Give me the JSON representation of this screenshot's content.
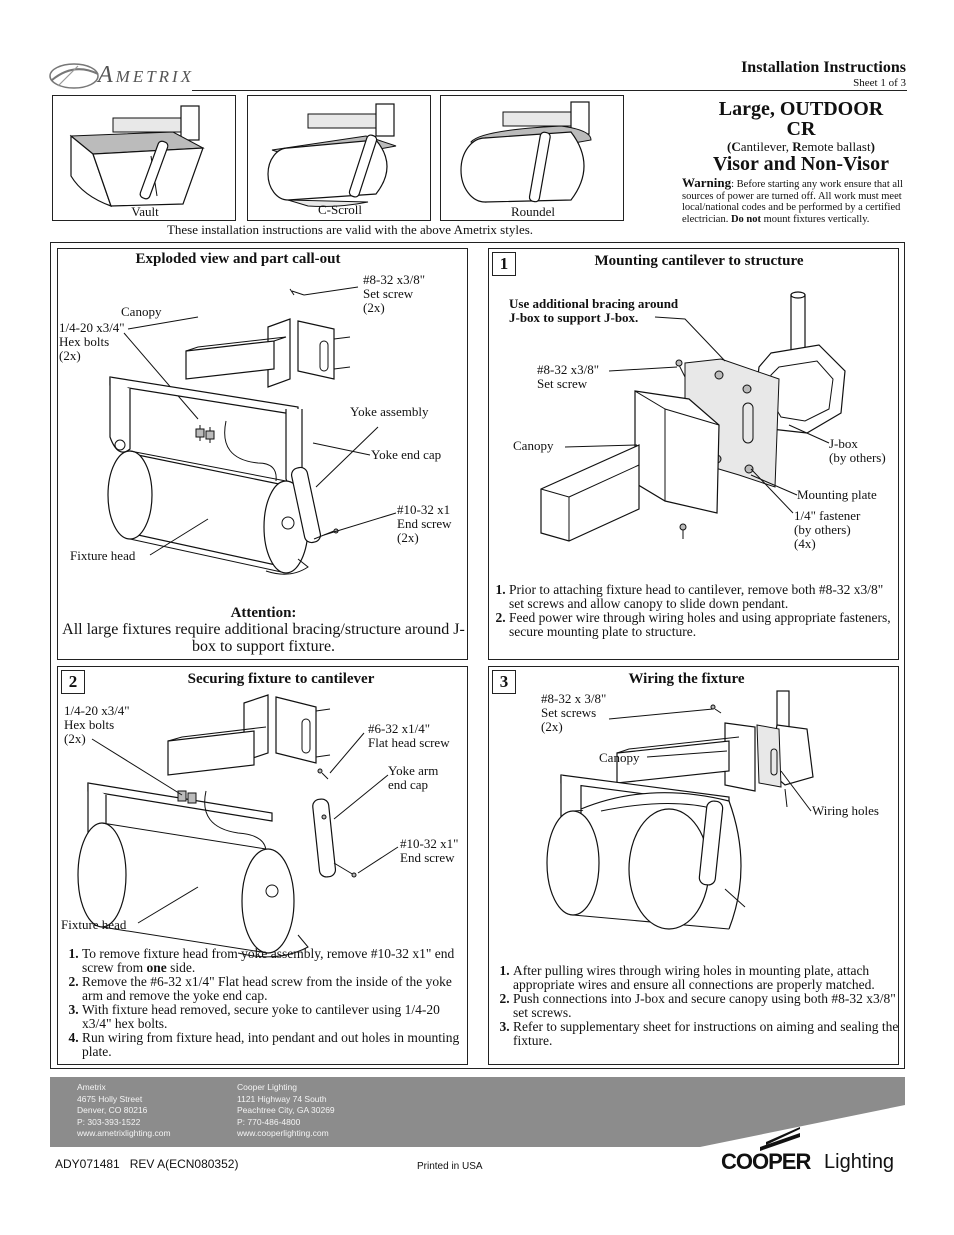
{
  "header": {
    "brand": "Ametrix",
    "doc_type": "Installation Instructions",
    "sheet": "Sheet 1 of 3"
  },
  "styles": {
    "items": [
      {
        "label": "Vault"
      },
      {
        "label": "C-Scroll"
      },
      {
        "label": "Roundel"
      }
    ],
    "note": "These installation instructions are valid with the above Ametrix styles."
  },
  "product": {
    "title_line1": "Large, OUTDOOR",
    "title_line2": "CR",
    "sub_open": "(",
    "sub_c": "C",
    "sub_c_rest": "antilever, ",
    "sub_r": "R",
    "sub_r_rest": "emote ballast",
    "sub_close": ")",
    "title_line3": "Visor and Non-Visor",
    "warning_label": "Warning",
    "warning_text": ":  Before starting any work ensure that all sources of power are turned off.  All work must meet local/national codes and be performed by a certified electrician.  ",
    "warning_bold": "Do not",
    "warning_tail": " mount fixtures vertically."
  },
  "exploded": {
    "title": "Exploded view and part call-out",
    "labels": {
      "set_screw": "#8-32 x3/8\"\nSet screw\n(2x)",
      "canopy": "Canopy",
      "hex_bolts": "1/4-20 x3/4\"\nHex bolts\n(2x)",
      "yoke_assembly": "Yoke assembly",
      "yoke_end_cap": "Yoke end cap",
      "end_screw": "#10-32 x1\nEnd screw\n(2x)",
      "fixture_head": "Fixture head"
    },
    "attention_title": "Attention:",
    "attention_text": "All large fixtures require additional bracing/structure around J-box to support fixture."
  },
  "step1": {
    "number": "1",
    "title": "Mounting cantilever  to structure",
    "labels": {
      "bracing": "Use additional bracing around\nJ-box to support J-box.",
      "set_screw": "#8-32 x3/8\"\nSet screw",
      "canopy": "Canopy",
      "jbox": "J-box\n(by others)",
      "mounting_plate": "Mounting plate",
      "fastener": "1/4\" fastener\n(by others)\n(4x)"
    },
    "instructions": [
      "Prior to attaching fixture head to cantilever, remove both #8-32 x3/8\" set screws and allow canopy to slide down pendant.",
      "Feed power wire through wiring holes and using appropriate fasteners, secure mounting plate to structure."
    ]
  },
  "step2": {
    "number": "2",
    "title": "Securing fixture to cantilever",
    "labels": {
      "hex_bolts": "1/4-20 x3/4\"\nHex bolts\n(2x)",
      "flat_head": "#6-32 x1/4\"\nFlat head screw",
      "yoke_arm": "Yoke arm\nend cap",
      "end_screw": "#10-32 x1\"\nEnd screw",
      "fixture_head": "Fixture head"
    },
    "instr1_a": "To remove fixture head from yoke assembly, remove #10-32 x1\" end screw from ",
    "instr1_bold": "one",
    "instr1_b": " side.",
    "instructions": [
      "Remove the #6-32 x1/4\" Flat head screw from the inside of the yoke arm and remove the yoke end cap.",
      "With fixture head removed, secure yoke to cantilever using 1/4-20 x3/4\" hex bolts.",
      "Run wiring from fixture head, into pendant and out holes in mounting plate."
    ]
  },
  "step3": {
    "number": "3",
    "title": "Wiring the fixture",
    "labels": {
      "set_screws": "#8-32 x 3/8\"\nSet screws\n(2x)",
      "canopy": "Canopy",
      "wiring_holes": "Wiring holes"
    },
    "instructions": [
      "After pulling wires through wiring holes in mounting plate, attach appropriate wires and ensure all connections are properly matched.",
      "Push connections into J-box and secure canopy using both #8-32 x3/8\" set screws.",
      "Refer to supplementary sheet for instructions on aiming and sealing the fixture."
    ]
  },
  "footer": {
    "ametrix_lines": [
      "Ametrix",
      "4675 Holly Street",
      "Denver, CO 80216",
      "P: 303-393-1522",
      "www.ametrixlighting.com"
    ],
    "cooper_lines": [
      "Cooper Lighting",
      "1121 Highway 74 South",
      "Peachtree City, GA 30269",
      "P: 770-486-4800",
      "www.cooperlighting.com"
    ],
    "doc_number": "ADY071481   REV A(ECN080352)",
    "printed": "Printed in USA",
    "cooper_logo_word": "COOPER",
    "cooper_logo_sub": "Lighting",
    "band_color": "#8c8c8c"
  }
}
